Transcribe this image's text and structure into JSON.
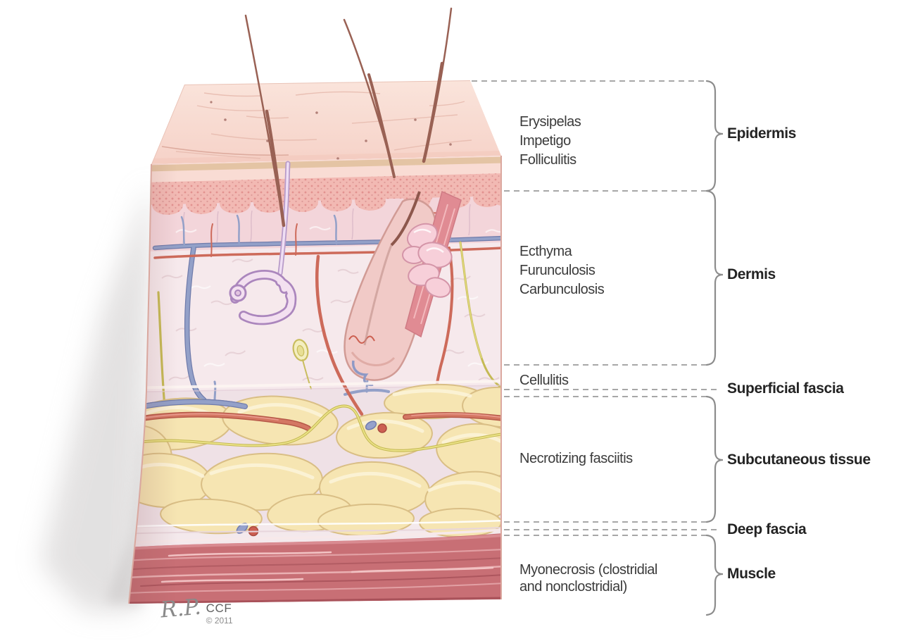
{
  "figure": {
    "conditions": {
      "epidermis": [
        "Erysipelas",
        "Impetigo",
        "Folliculitis"
      ],
      "dermis": [
        "Ecthyma",
        "Furunculosis",
        "Carbunculosis"
      ],
      "superficial_fascia": [
        "Cellulitis"
      ],
      "subcutaneous_tissue": [
        "Necrotizing fasciitis"
      ],
      "muscle": [
        "Myonecrosis (clostridial",
        "and nonclostridial)"
      ]
    },
    "layers": {
      "epidermis": "Epidermis",
      "dermis": "Dermis",
      "superficial_fascia": "Superficial fascia",
      "subcutaneous_tissue": "Subcutaneous tissue",
      "deep_fascia": "Deep fascia",
      "muscle": "Muscle"
    },
    "signature": {
      "initials": "R.P.",
      "org": "CCF",
      "copyright": "© 2011"
    },
    "palette": {
      "skin_surface": "#f8dad1",
      "epidermis_stipple": "#f2b9b3",
      "dermis": "#f6e9ec",
      "fat": "#f6e5b2",
      "muscle": "#c86f75",
      "artery": "#cd6a5a",
      "vein": "#8e99c5",
      "nerve": "#d9cf6a",
      "hair": "#996154",
      "leader_line": "#9b9b9b",
      "label_text": "#3b3b3b"
    }
  }
}
